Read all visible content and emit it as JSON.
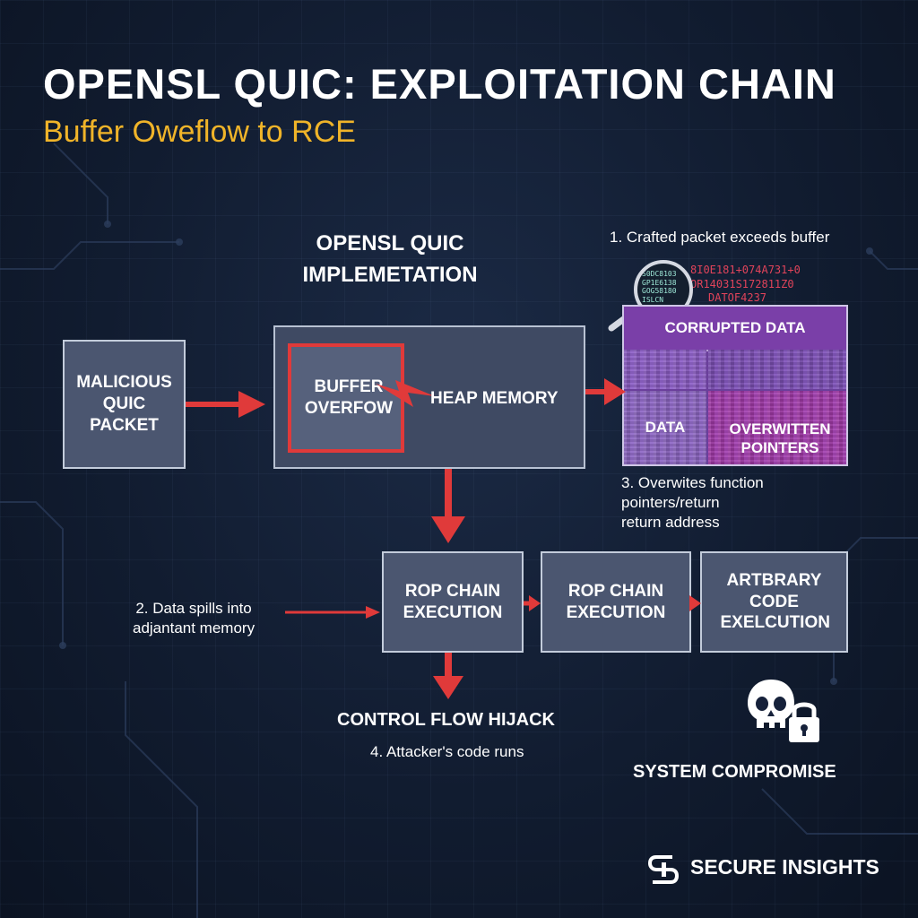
{
  "header": {
    "title": "OPENSL QUIC: EXPLOITATION CHAIN",
    "subtitle": "Buffer Oweflow to RCE"
  },
  "nodes": {
    "malicious_packet": "MALICIOUS QUIC PACKET",
    "implementation_label": "OPENSL QUIC IMPLEMETATION",
    "buffer_overflow": "BUFFER OVERFOW",
    "heap_memory": "HEAP MEMORY",
    "corrupted_data": "CORRUPTED DATA",
    "data": "DATA",
    "overwritten_pointers": "OVERWITTEN POINTERS",
    "rop_chain_1": "ROP CHAIN EXECUTION",
    "rop_chain_2": "ROP CHAIN EXECUTION",
    "arbitrary_code": "ARTBRARY CODE EXELCUTION",
    "control_flow": "CONTROL FLOW HIJACK",
    "system_compromise": "SYSTEM COMPROMISE"
  },
  "notes": {
    "step1": "1. Crafted packet exceeds buffer",
    "step2_line1": "2. Data spills into",
    "step2_line2": "adjantant memory",
    "step3_line1": "3. Overwites function",
    "step3_line2": "pointers/return",
    "step3_line3": "return address",
    "step4": "4. Attacker's code runs"
  },
  "hex_dump": {
    "lens_lines": [
      "S0DC8103",
      "GP1E6138",
      "GOG58180",
      "ISLCN"
    ],
    "red_lines": [
      "8I0E181+074A731+0",
      "OR14031S172811Z0",
      "DATOF4237"
    ]
  },
  "brand": {
    "name": "SECURE INSIGHTS"
  },
  "colors": {
    "accent_red": "#e03a3a",
    "subtitle_yellow": "#f0b429",
    "box_fill": "#4b5670",
    "memory_purple": "#6a3f9b"
  }
}
